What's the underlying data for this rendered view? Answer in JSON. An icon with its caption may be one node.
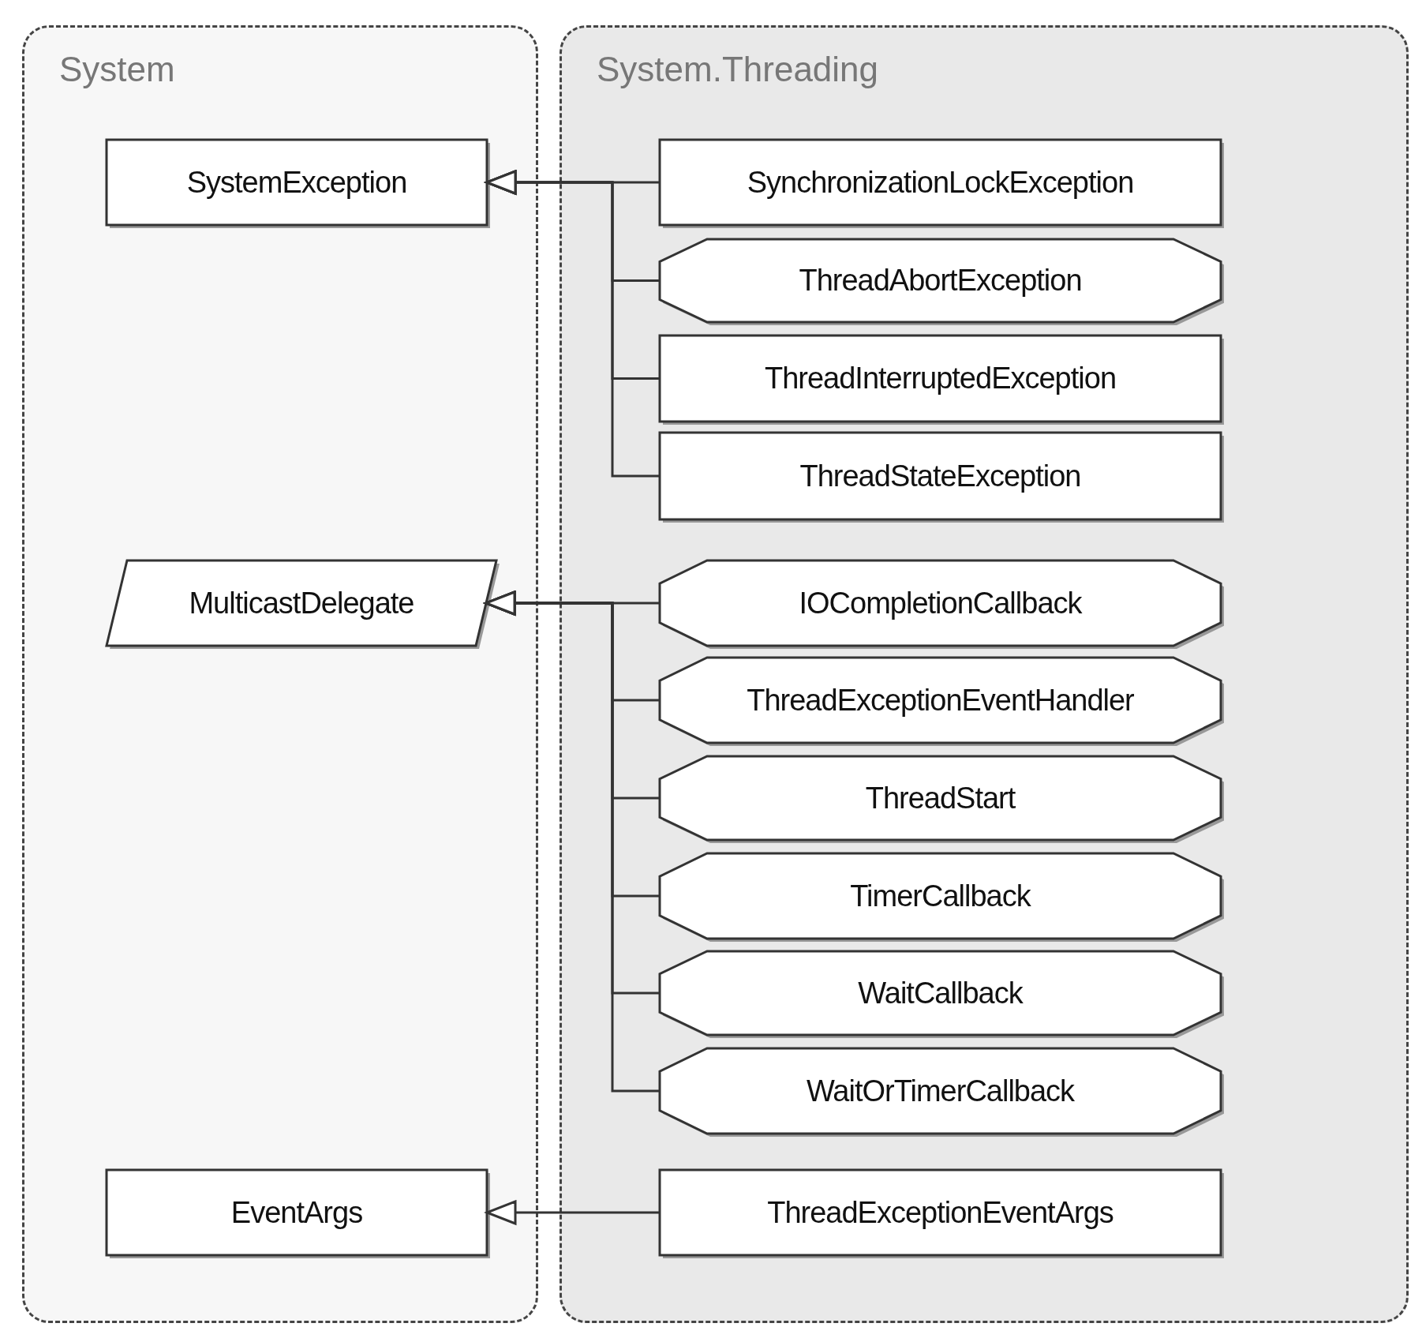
{
  "diagram": {
    "nodes": [
      {
        "text": [
          "System"
        ]
      },
      {
        "text": [
          "System.Threading"
        ]
      },
      {
        "text": [
          "SystemException"
        ],
        "in": 0
      },
      {
        "text": [
          "MulticastDelegate"
        ],
        "in": 0
      },
      {
        "text": [
          "EventArgs"
        ],
        "in": 0
      },
      {
        "text": [
          "SynchronizationLockException"
        ],
        "in": 1
      },
      {
        "text": [
          "ThreadAbortException"
        ],
        "in": 1
      },
      {
        "text": [
          "ThreadInterruptedException"
        ],
        "in": 1
      },
      {
        "text": [
          "ThreadStateException"
        ],
        "in": 1
      },
      {
        "text": [
          "IOCompletionCallback"
        ],
        "in": 1
      },
      {
        "text": [
          "ThreadExceptionEventHandler"
        ],
        "in": 1
      },
      {
        "text": [
          "ThreadStart"
        ],
        "in": 1
      },
      {
        "text": [
          "TimerCallback"
        ],
        "in": 1
      },
      {
        "text": [
          "WaitCallback"
        ],
        "in": 1
      },
      {
        "text": [
          "WaitOrTimerCallback"
        ],
        "in": 1
      },
      {
        "text": [
          "ThreadExceptionEventArgs"
        ],
        "in": 1
      }
    ],
    "edges": [
      {
        "from": 5,
        "to": 2,
        "arrow": "to"
      },
      {
        "from": 6,
        "to": 2,
        "arrow": "to"
      },
      {
        "from": 7,
        "to": 2,
        "arrow": "to"
      },
      {
        "from": 8,
        "to": 2,
        "arrow": "to"
      },
      {
        "from": 9,
        "to": 3,
        "arrow": "to"
      },
      {
        "from": 10,
        "to": 3,
        "arrow": "to"
      },
      {
        "from": 11,
        "to": 3,
        "arrow": "to"
      },
      {
        "from": 12,
        "to": 3,
        "arrow": "to"
      },
      {
        "from": 13,
        "to": 3,
        "arrow": "to"
      },
      {
        "from": 14,
        "to": 3,
        "arrow": "to"
      },
      {
        "from": 15,
        "to": 4,
        "arrow": "to"
      }
    ]
  }
}
